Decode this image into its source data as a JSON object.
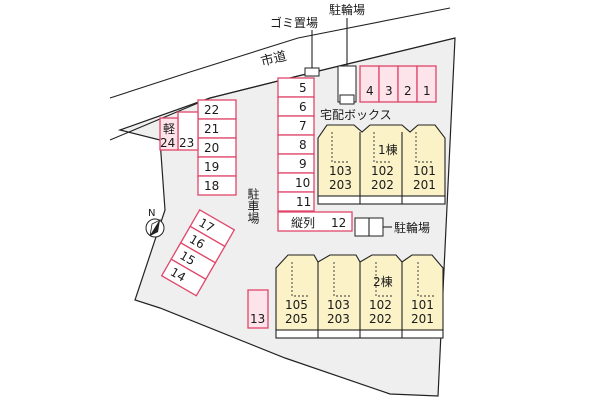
{
  "labels": {
    "road": "市道",
    "garbage": "ゴミ置場",
    "bike_top": "駐輪場",
    "bike_mid": "駐輪場",
    "delivery": "宅配ボックス",
    "parking": "駐車場",
    "tandem": "縦列",
    "kei": "軽",
    "building1": "1棟",
    "building2": "2棟",
    "north": "N"
  },
  "parking": {
    "top_row": [
      "4",
      "3",
      "2",
      "1"
    ],
    "center_column": [
      "5",
      "6",
      "7",
      "8",
      "9",
      "10",
      "11"
    ],
    "tandem_number": "12",
    "left_column": [
      "22",
      "21",
      "20",
      "19",
      "18"
    ],
    "kei_number": "24",
    "slot_23": "23",
    "diagonal": [
      "17",
      "16",
      "15",
      "14"
    ],
    "single": "13"
  },
  "building1_units": [
    {
      "lower": "103",
      "upper": "203"
    },
    {
      "lower": "102",
      "upper": "202"
    },
    {
      "lower": "101",
      "upper": "201"
    }
  ],
  "building2_units": [
    {
      "lower": "105",
      "upper": "205"
    },
    {
      "lower": "103",
      "upper": "203"
    },
    {
      "lower": "102",
      "upper": "202"
    },
    {
      "lower": "101",
      "upper": "201"
    }
  ]
}
